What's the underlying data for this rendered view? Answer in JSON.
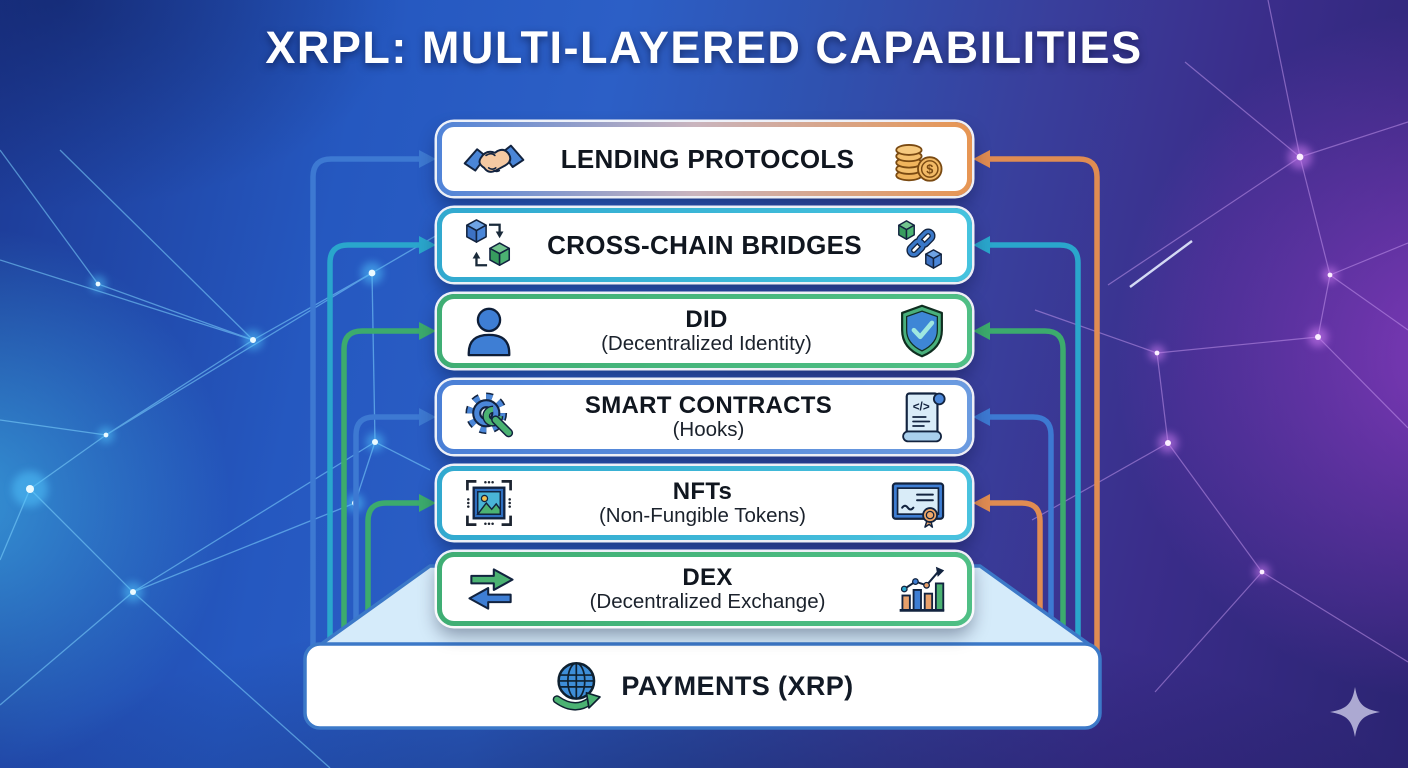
{
  "title": "XRPL: MULTI-LAYERED CAPABILITIES",
  "layers": [
    {
      "title": "LENDING PROTOCOLS",
      "subtitle": "",
      "left_icon": "handshake-icon",
      "right_icon": "coins-icon",
      "border_from": "#4f83d8",
      "border_to": "#e79552"
    },
    {
      "title": "CROSS-CHAIN BRIDGES",
      "subtitle": "",
      "left_icon": "cubes-swap-icon",
      "right_icon": "chain-cubes-icon",
      "border_from": "#31a9cf",
      "border_to": "#45c3de"
    },
    {
      "title": "DID",
      "subtitle": "(Decentralized Identity)",
      "left_icon": "user-icon",
      "right_icon": "shield-check-icon",
      "border_from": "#3fae74",
      "border_to": "#4fbf85"
    },
    {
      "title": "SMART CONTRACTS",
      "subtitle": "(Hooks)",
      "left_icon": "gear-wrench-icon",
      "right_icon": "code-scroll-icon",
      "border_from": "#4a7fd6",
      "border_to": "#6b9be0"
    },
    {
      "title": "NFTs",
      "subtitle": "(Non-Fungible Tokens)",
      "left_icon": "nft-image-icon",
      "right_icon": "certificate-icon",
      "border_from": "#31a9cf",
      "border_to": "#49c2de"
    },
    {
      "title": "DEX",
      "subtitle": "(Decentralized Exchange)",
      "left_icon": "swap-arrows-icon",
      "right_icon": "chart-up-icon",
      "border_from": "#3fae74",
      "border_to": "#4fbf85"
    }
  ],
  "base": {
    "title": "PAYMENTS (XRP)",
    "icon": "globe-icon"
  },
  "connectors": {
    "left": [
      "blue",
      "teal",
      "green",
      "blue",
      "green"
    ],
    "right": [
      "orange",
      "teal",
      "green",
      "blue",
      "orange"
    ]
  },
  "colors": {
    "blue": "#3d79d2",
    "teal": "#2aa6cc",
    "green": "#3cab6d",
    "orange": "#e08c52",
    "platform_border": "#3c79c8",
    "platform_top": "#d5ebfa",
    "platform_front": "#ffffff",
    "background_left": "#2a5ec8",
    "background_right": "#3a2d88",
    "glow_left": "#46d4ff",
    "glow_right": "#b044e0",
    "title_color": "#ffffff"
  },
  "watermark": "sparkle-icon"
}
